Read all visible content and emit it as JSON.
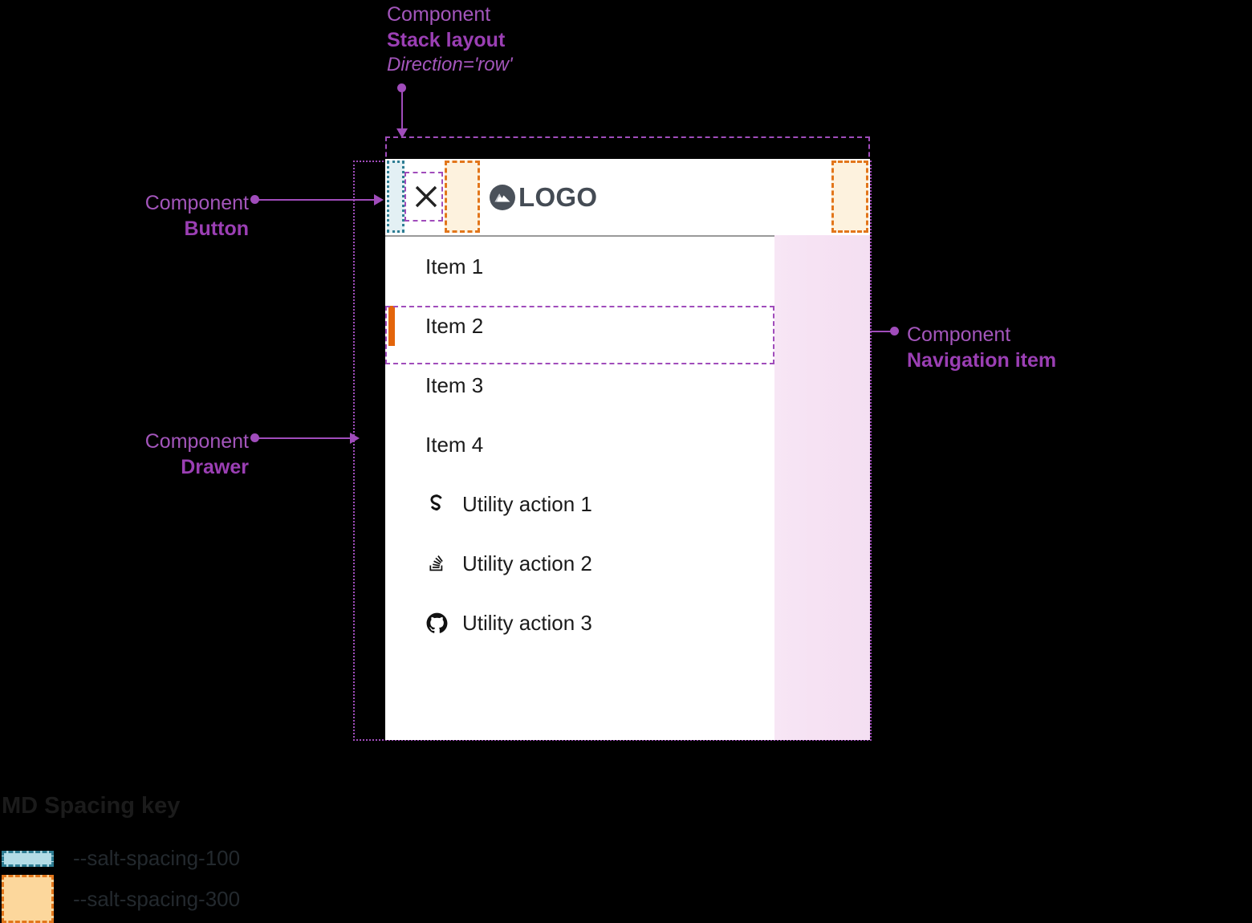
{
  "annotations": {
    "stack_layout": {
      "kind": "Component",
      "name": "Stack layout",
      "sub": "Direction='row'"
    },
    "button": {
      "kind": "Component",
      "name": "Button"
    },
    "drawer": {
      "kind": "Component",
      "name": "Drawer"
    },
    "navigation_item": {
      "kind": "Component",
      "name": "Navigation item"
    }
  },
  "drawer": {
    "header": {
      "close_button_label": "Close",
      "close_icon": "close-icon",
      "brand_icon": "mountain-logo-icon",
      "brand_text": "LOGO"
    },
    "nav_items": [
      {
        "label": "Item 1",
        "active": false
      },
      {
        "label": "Item 2",
        "active": true
      },
      {
        "label": "Item 3",
        "active": false
      },
      {
        "label": "Item 4",
        "active": false
      }
    ],
    "utility_actions": [
      {
        "label": "Utility action 1",
        "icon": "salt-s-icon"
      },
      {
        "label": "Utility action 2",
        "icon": "stackoverflow-icon"
      },
      {
        "label": "Utility action 3",
        "icon": "github-icon"
      }
    ]
  },
  "spacing_key": {
    "title": "MD Spacing key",
    "entries": [
      {
        "token": "--salt-spacing-100",
        "fill": "#b3dce6",
        "stroke": "#2e7d93"
      },
      {
        "token": "--salt-spacing-300",
        "fill": "#fcd79c",
        "stroke": "#e2761b"
      }
    ]
  },
  "colors": {
    "annotation": "#a04cbb",
    "active_indicator": "#e3650b",
    "spacing_100_fill": "#e3f0f4",
    "spacing_100_stroke": "#2e7d93",
    "spacing_300_fill": "#fdf2de",
    "spacing_300_stroke": "#e2761b",
    "scrim": "#f5e1f3",
    "background": "#000000",
    "surface": "#ffffff"
  }
}
